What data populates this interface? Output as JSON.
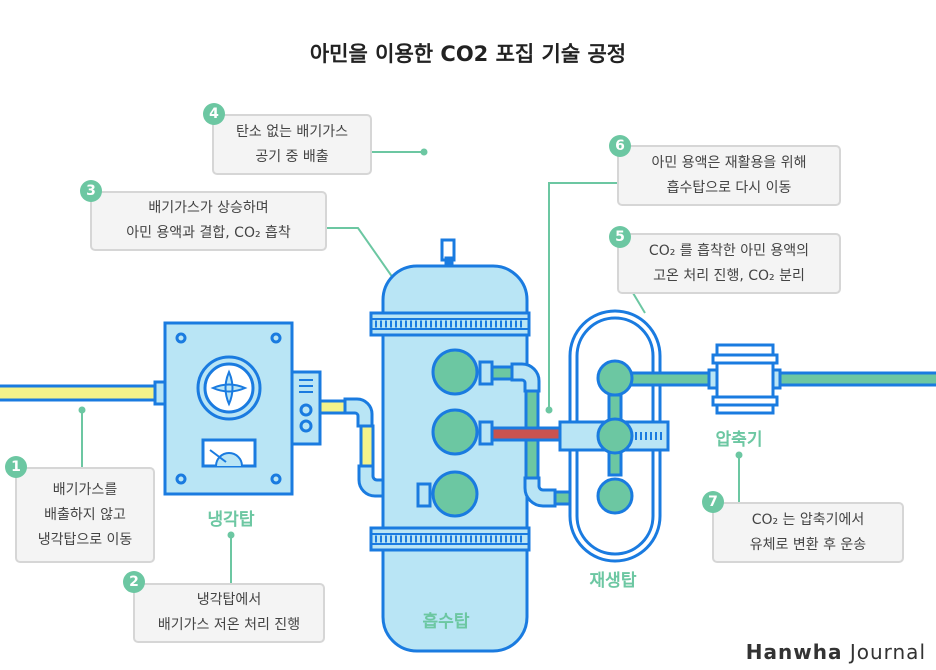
{
  "title": "아민을 이용한 CO2 포집 기술 공정",
  "labels": {
    "cooler": "냉각탑",
    "absorber": "흡수탑",
    "regenerator": "재생탑",
    "compressor": "압축기"
  },
  "steps": [
    {
      "num": "1",
      "lines": [
        "배기가스를",
        "배출하지 않고",
        "냉각탑으로 이동"
      ]
    },
    {
      "num": "2",
      "lines": [
        "냉각탑에서",
        "배기가스 저온 처리 진행"
      ]
    },
    {
      "num": "3",
      "lines": [
        "배기가스가 상승하며",
        "아민 용액과 결합, CO₂ 흡착"
      ]
    },
    {
      "num": "4",
      "lines": [
        "탄소 없는 배기가스",
        "공기 중 배출"
      ]
    },
    {
      "num": "5",
      "lines": [
        "CO₂ 를 흡착한 아민 용액의",
        "고온 처리 진행, CO₂ 분리"
      ]
    },
    {
      "num": "6",
      "lines": [
        "아민 용액은 재활용을 위해",
        "흡수탑으로 다시 이동"
      ]
    },
    {
      "num": "7",
      "lines": [
        "CO₂ 는 압축기에서",
        "유체로 변환 후 운송"
      ]
    }
  ],
  "watermark": {
    "brand": "Hanwha",
    "name": "Journal"
  },
  "colors": {
    "stroke": "#1a7be0",
    "fill": "#b9e5f5",
    "green": "#6cc7a2",
    "yellow": "#f4f38a",
    "red": "#c9534f"
  }
}
